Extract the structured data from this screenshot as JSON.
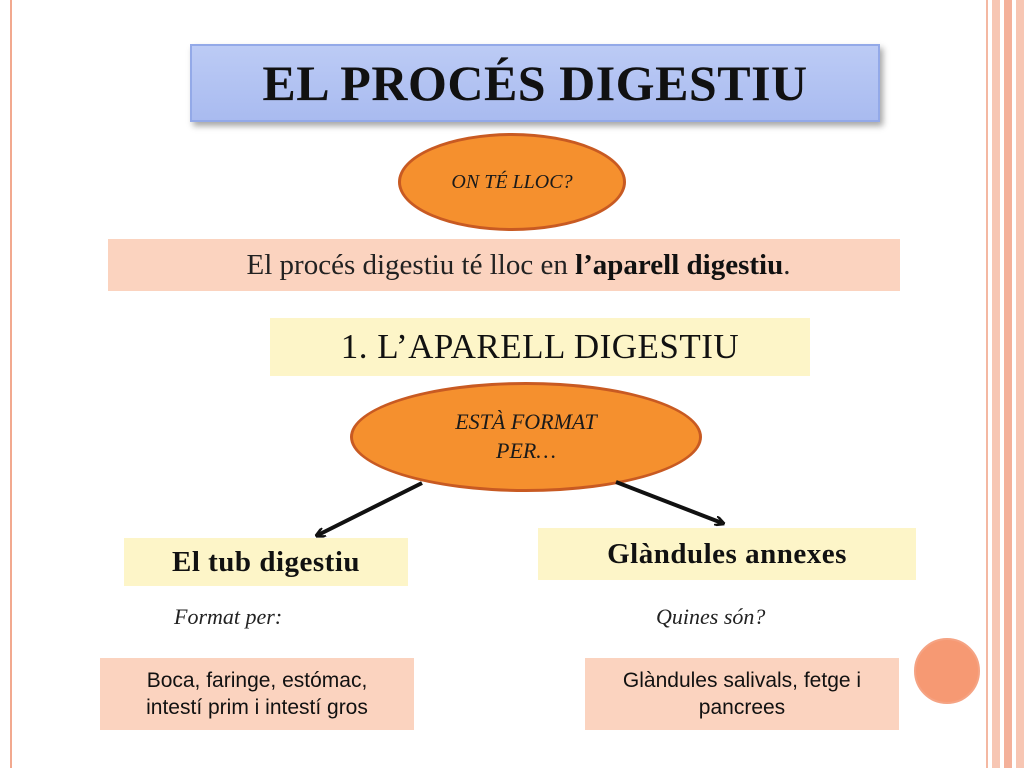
{
  "title": "EL PROCÉS DIGESTIU",
  "question_oval": "ON TÉ LLOC?",
  "sentence": {
    "prefix": "El procés digestiu té lloc en ",
    "bold": "l’aparell digestiu",
    "suffix": "."
  },
  "section_heading": "1. L’APARELL DIGESTIU",
  "format_oval": {
    "line1": "ESTÀ FORMAT",
    "line2": "PER…"
  },
  "left_branch": {
    "label": "El tub digestiu",
    "caption": "Format per:",
    "detail": {
      "line1": "Boca, faringe, estómac,",
      "line2": "intestí prim i intestí gros"
    }
  },
  "right_branch": {
    "label": "Glàndules annexes",
    "caption": "Quines són?",
    "detail": {
      "line1": "Glàndules salivals, fetge i",
      "line2": "pancrees"
    }
  },
  "colors": {
    "title_fill": "#b3c4f2",
    "oval_fill": "#f5902e",
    "oval_border": "#c85a22",
    "peach_fill": "#fbd3bf",
    "yellow_fill": "#fdf5c8",
    "decor_circle": "#f69973"
  }
}
